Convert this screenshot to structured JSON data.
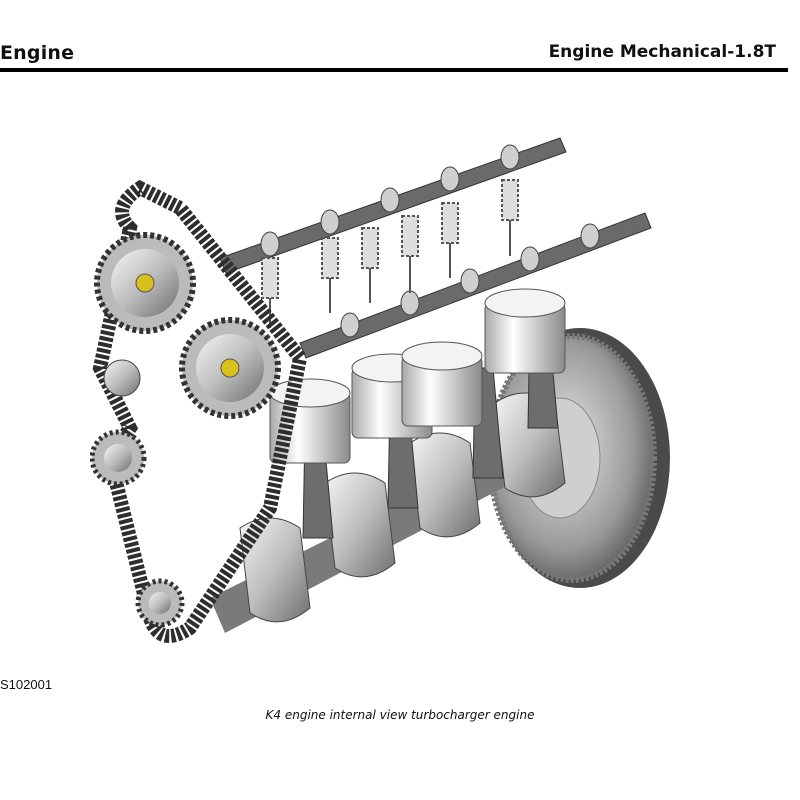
{
  "header": {
    "section": "Engine",
    "chapter": "Engine Mechanical-1.8T"
  },
  "figure": {
    "id": "S102001",
    "caption": "K4 engine internal view turbocharger engine",
    "illustration": "engine-internals-cutaway"
  },
  "colors": {
    "rule": "#000000",
    "metal_light": "#e6e6e6",
    "metal_dark": "#555555",
    "belt": "#333333",
    "hub": "#d8c21a"
  }
}
